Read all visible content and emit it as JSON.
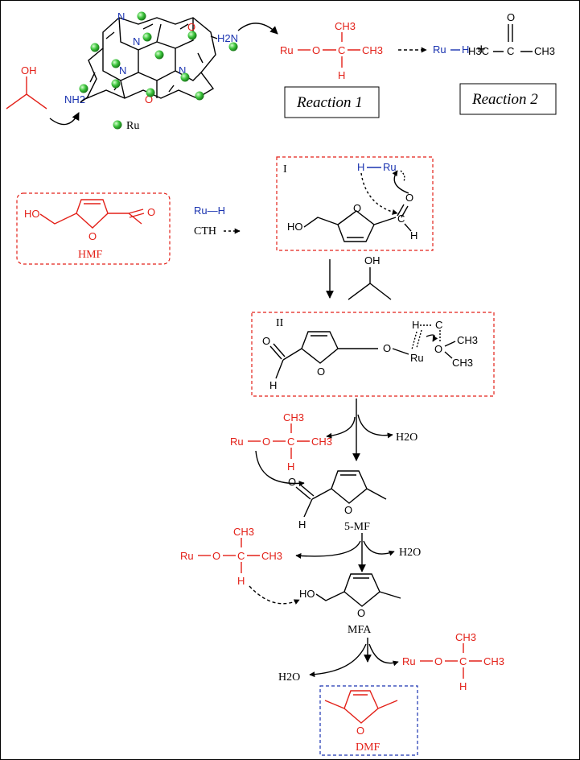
{
  "colors": {
    "black": "#000000",
    "red": "#e32119",
    "blue": "#1a33b0",
    "ru_green": "#3cc43c"
  },
  "top": {
    "oh": "OH",
    "nh2_left": "NH2",
    "nh2_right": "H2N",
    "n_labels": [
      "N",
      "N",
      "N",
      "N"
    ],
    "o_labels": [
      "O",
      "O"
    ],
    "legend_ru": "Ru",
    "isopropoxide": {
      "ru": "Ru",
      "o": "O",
      "c": "C",
      "ch3_top": "CH3",
      "ch3_right": "CH3",
      "h": "H"
    },
    "ru_h": {
      "ru": "Ru",
      "h": "H"
    },
    "plus": "+",
    "acetone": {
      "o": "O",
      "c": "C",
      "h3c": "H3C",
      "ch3": "CH3"
    },
    "reaction1": "Reaction 1",
    "reaction2": "Reaction 2"
  },
  "hmf": {
    "ho": "HO",
    "o_ring": "O",
    "o_ald": "O",
    "name": "HMF"
  },
  "cth": {
    "ru_h": "Ru—H",
    "label": "CTH"
  },
  "intermediate_I": {
    "label": "I",
    "h": "H",
    "ru": "Ru",
    "o_ald": "O",
    "c": "C",
    "h_ald": "H",
    "ho": "HO",
    "o_ring": "O"
  },
  "isopropanol_mid": {
    "oh": "OH"
  },
  "intermediate_II": {
    "label": "II",
    "o_ald": "O",
    "h_ald": "H",
    "o_ring": "O",
    "o_link": "O",
    "ru": "Ru",
    "h": "H",
    "c": "C",
    "o": "O",
    "ch3_a": "CH3",
    "ch3_b": "CH3"
  },
  "step_5mf": {
    "isopropoxide": {
      "ru": "Ru",
      "o": "O",
      "c": "C",
      "ch3_top": "CH3",
      "ch3_right": "CH3",
      "h": "H"
    },
    "water": "H2O",
    "o_ald": "O",
    "h_ald": "H",
    "o_ring": "O",
    "name": "5-MF"
  },
  "step_mfa": {
    "isopropoxide": {
      "ru": "Ru",
      "o": "O",
      "c": "C",
      "ch3_top": "CH3",
      "ch3_right": "CH3",
      "h": "H"
    },
    "water": "H2O",
    "ho": "HO",
    "o_ring": "O",
    "name": "MFA"
  },
  "step_dmf": {
    "water": "H2O",
    "isopropoxide": {
      "ru": "Ru",
      "o": "O",
      "c": "C",
      "ch3_top": "CH3",
      "ch3_right": "CH3",
      "h": "H"
    },
    "o_ring": "O",
    "name": "DMF"
  }
}
